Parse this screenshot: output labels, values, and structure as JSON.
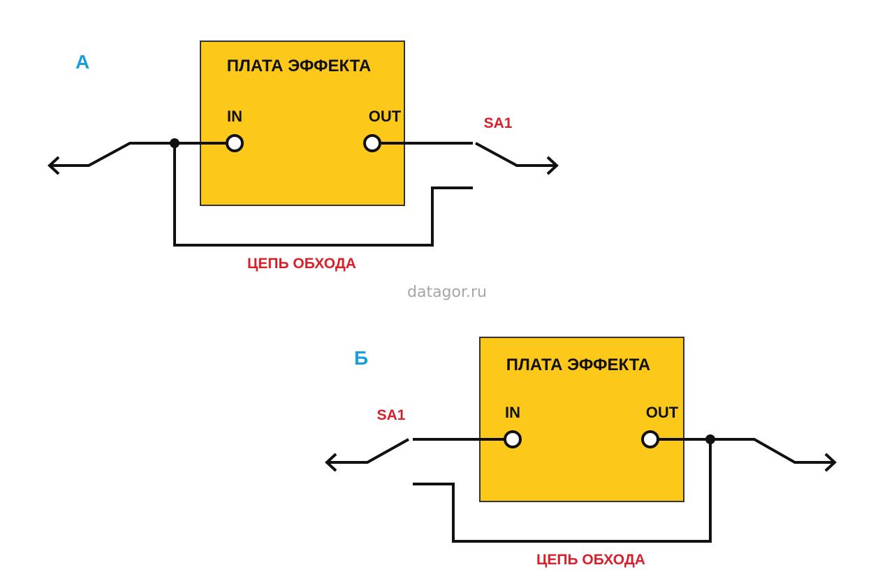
{
  "watermark": "datagor.ru",
  "colors": {
    "board_fill": "#FCC81A",
    "label_red": "#D9202A",
    "variant_blue": "#1A9EDB",
    "watermark_gray": "#A6A6A6",
    "wire": "#111111"
  },
  "diagram_a": {
    "variant_label": "А",
    "board_title": "ПЛАТА ЭФФЕКТА",
    "in_label": "IN",
    "out_label": "OUT",
    "switch_label": "SA1",
    "bypass_label": "ЦЕПЬ ОБХОДА"
  },
  "diagram_b": {
    "variant_label": "Б",
    "board_title": "ПЛАТА ЭФФЕКТА",
    "in_label": "IN",
    "out_label": "OUT",
    "switch_label": "SA1",
    "bypass_label": "ЦЕПЬ ОБХОДА"
  }
}
